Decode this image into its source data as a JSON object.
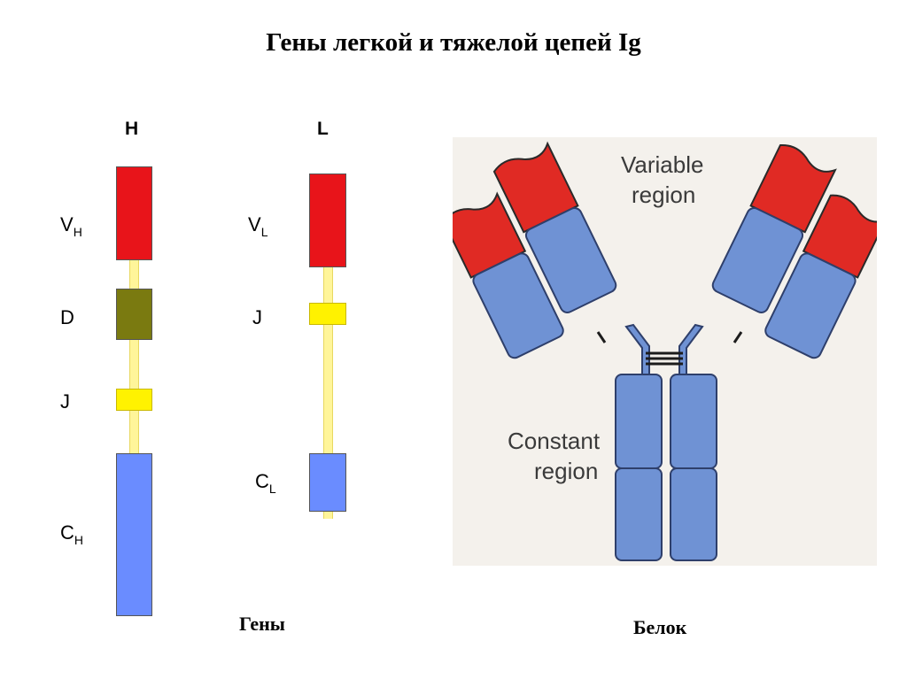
{
  "title": "Гены легкой и тяжелой цепей Ig",
  "heavy": {
    "header": "H",
    "v": {
      "main": "V",
      "sub": "H"
    },
    "d": {
      "main": "D"
    },
    "j": {
      "main": "J"
    },
    "c": {
      "main": "C",
      "sub": "H"
    }
  },
  "light": {
    "header": "L",
    "v": {
      "main": "V",
      "sub": "L"
    },
    "j": {
      "main": "J"
    },
    "c": {
      "main": "C",
      "sub": "L"
    }
  },
  "captions": {
    "genes": "Гены",
    "protein": "Белок"
  },
  "protein": {
    "variable_line1": "Variable",
    "variable_line2": "region",
    "constant_line1": "Constant",
    "constant_line2": "region"
  },
  "colors": {
    "variable": "#e8141a",
    "d_segment": "#7a7a10",
    "j_segment": "#fff200",
    "constant": "#6a8cff",
    "strand": "#fff59a",
    "protein_red": "#e02a24",
    "protein_blue": "#6f92d4"
  }
}
